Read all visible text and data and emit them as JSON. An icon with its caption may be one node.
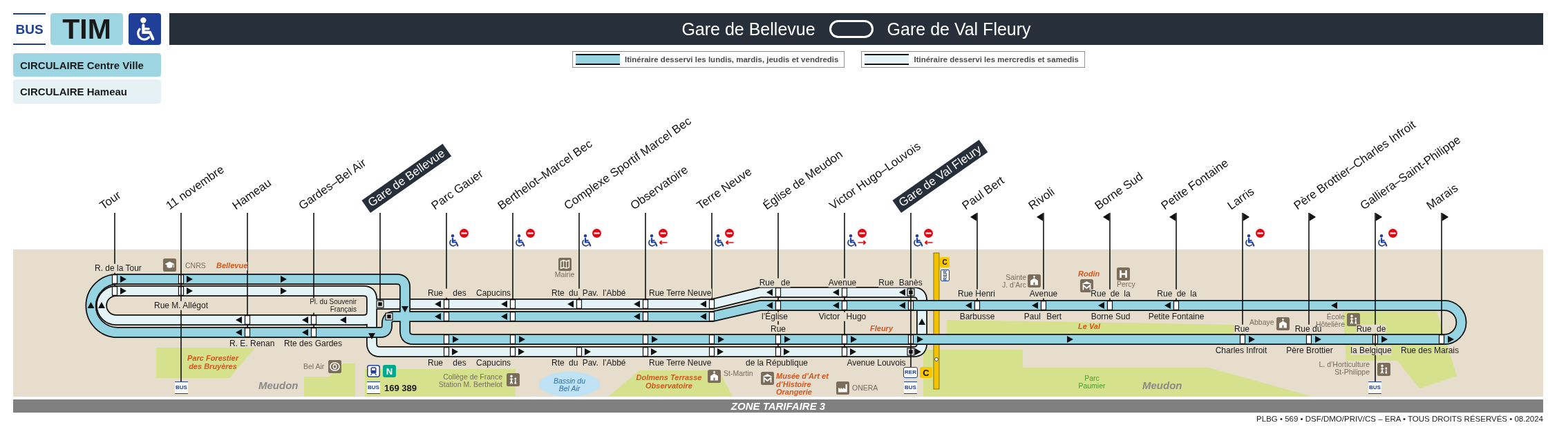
{
  "diagram": {
    "nodes": [
      {
        "text": [
          "Gare de Bellevue",
          "Gare de Val Fleury"
        ]
      },
      {
        "text": [
          "TIM"
        ]
      },
      {
        "text": [
          "CIRCULAIRE Centre Ville"
        ]
      },
      {
        "text": [
          "CIRCULAIRE Hameau"
        ]
      },
      {
        "text": [
          "Tour"
        ]
      },
      {
        "text": [
          "11 novembre"
        ]
      },
      {
        "text": [
          "Hameau"
        ]
      },
      {
        "text": [
          "Gardes–Bel Air"
        ]
      },
      {
        "text": [
          "Gare de Bellevue"
        ]
      },
      {
        "text": [
          "Parc Gauer"
        ]
      },
      {
        "text": [
          "Berthelot–Marcel Bec"
        ]
      },
      {
        "text": [
          "Complexe Sportif Marcel Bec"
        ]
      },
      {
        "text": [
          "Observatoire"
        ]
      },
      {
        "text": [
          "Terre Neuve"
        ]
      },
      {
        "text": [
          "Église de Meudon"
        ]
      },
      {
        "text": [
          "Victor Hugo–Louvois"
        ]
      },
      {
        "text": [
          "Gare de Val Fleury"
        ]
      },
      {
        "text": [
          "Paul Bert"
        ]
      },
      {
        "text": [
          "Rivoli"
        ]
      },
      {
        "text": [
          "Borne Sud"
        ]
      },
      {
        "text": [
          "Petite Fontaine"
        ]
      },
      {
        "text": [
          "Larris"
        ]
      },
      {
        "text": [
          "Père Brottier–Charles Infroit"
        ]
      },
      {
        "text": [
          "Galliera–Saint-Philippe"
        ]
      },
      {
        "text": [
          "Marais"
        ]
      },
      {
        "text": [],
        "shape": "box"
      },
      {
        "text": [
          "BUS"
        ]
      },
      {
        "text": [],
        "shape": "box"
      },
      {
        "text": [],
        "shape": "box"
      },
      {
        "text": [],
        "shape": "box"
      },
      {
        "text": [],
        "shape": "box"
      },
      {
        "text": [],
        "shape": "box"
      },
      {
        "text": [],
        "shape": "box"
      },
      {
        "text": [],
        "shape": "box"
      },
      {
        "text": [],
        "shape": "box"
      },
      {
        "text": [],
        "shape": "box"
      },
      {
        "text": [],
        "shape": "box"
      },
      {
        "text": [
          "RER"
        ],
        "beside": [
          "C"
        ]
      },
      {
        "text": [],
        "shape": "box"
      },
      {
        "text": [],
        "shape": "box"
      },
      {
        "text": [],
        "shape": "box"
      },
      {
        "text": [],
        "shape": "box"
      },
      {
        "text": [],
        "shape": "box"
      },
      {
        "text": [],
        "shape": "box"
      },
      {
        "text": [
          "BUS"
        ]
      },
      {
        "text": [],
        "shape": "box"
      }
    ],
    "edges": [
      {
        "from": 4,
        "to": 25,
        "arrow": "none"
      },
      {
        "from": 5,
        "to": 26,
        "arrow": "none"
      },
      {
        "from": 6,
        "to": 27,
        "arrow": "none"
      },
      {
        "from": 7,
        "to": 28,
        "arrow": "none"
      },
      {
        "from": 8,
        "to": 29,
        "arrow": "none"
      },
      {
        "from": 9,
        "to": 30,
        "arrow": "none"
      },
      {
        "from": 10,
        "to": 31,
        "arrow": "none"
      },
      {
        "from": 11,
        "to": 32,
        "arrow": "none"
      },
      {
        "from": 12,
        "to": 33,
        "arrow": "none"
      },
      {
        "from": 13,
        "to": 34,
        "arrow": "none"
      },
      {
        "from": 14,
        "to": 35,
        "arrow": "none"
      },
      {
        "from": 15,
        "to": 36,
        "arrow": "none"
      },
      {
        "from": 16,
        "to": 37,
        "arrow": "none"
      },
      {
        "from": 38,
        "to": 17,
        "arrow": "to"
      },
      {
        "from": 39,
        "to": 18,
        "arrow": "to"
      },
      {
        "from": 40,
        "to": 19,
        "arrow": "to"
      },
      {
        "from": 41,
        "to": 20,
        "arrow": "to"
      },
      {
        "from": 42,
        "to": 21,
        "arrow": "to"
      },
      {
        "from": 43,
        "to": 22,
        "arrow": "to"
      },
      {
        "from": 44,
        "to": 23,
        "arrow": "to"
      },
      {
        "from": 45,
        "to": 24,
        "arrow": "to"
      }
    ],
    "labels": [
      "BUS",
      "R. de la Tour",
      "CNRS",
      "Bellevue",
      "Rue M. Allégot",
      "Pl. du Souvenir Français",
      "R. E. Renan",
      "Rte des Gardes",
      "Parc Forestier des Bruyères",
      "Bel Air",
      "Meudon",
      "N",
      "BUS",
      "169 389",
      "Rue des Capucins",
      "Rue des Capucins",
      "Collège de France Station M. Berthelot",
      "Mairie",
      "Rte du Pav. l’Abbé",
      "Rte du Pav. l’Abbé",
      "Bassin du Bel Air",
      "Rue Terre Neuve",
      "Rue Terre Neuve",
      "Dolmens Terrasse Observatoire",
      "St-Martin",
      "Rue de",
      "l’Église",
      "Rue",
      "de la République",
      "Musée d’Art et d’Histoire Orangerie",
      "Avenue",
      "Victor Hugo",
      "Avenue Louvois",
      "ONERA",
      "Rue Banès",
      "Fleury",
      "C",
      "RER",
      "BUS",
      "Sainte J. d’Arc",
      "Rue Henri",
      "Barbusse",
      "Avenue",
      "Paul Bert",
      "Rodin",
      "Le Val",
      "Rue de la",
      "Borne Sud",
      "Percy",
      "Rue de la",
      "Petite Fontaine",
      "Parc Paumier",
      "Meudon",
      "Rue",
      "Charles Infroit",
      "Abbaye",
      "Rue du",
      "Père Brottier",
      "École Hôtelière",
      "Rue de",
      "la Belgique",
      "L. d’Horticulture St-Philippe",
      "Rue des Marais",
      "ZONE TARIFAIRE 3",
      "PLBG • 569 • DSF/DMO/PRIV/CS – ERA • TOUS DROITS RÉSERVÉS • 08.2024"
    ],
    "legend": [
      {
        "text": "Itinéraire desservi les lundis, mardis, jeudis et vendredis",
        "color": "#97d4e2"
      },
      {
        "text": "Itinéraire desservi les mercredis et samedis",
        "color": "#e3f3f6"
      }
    ]
  }
}
